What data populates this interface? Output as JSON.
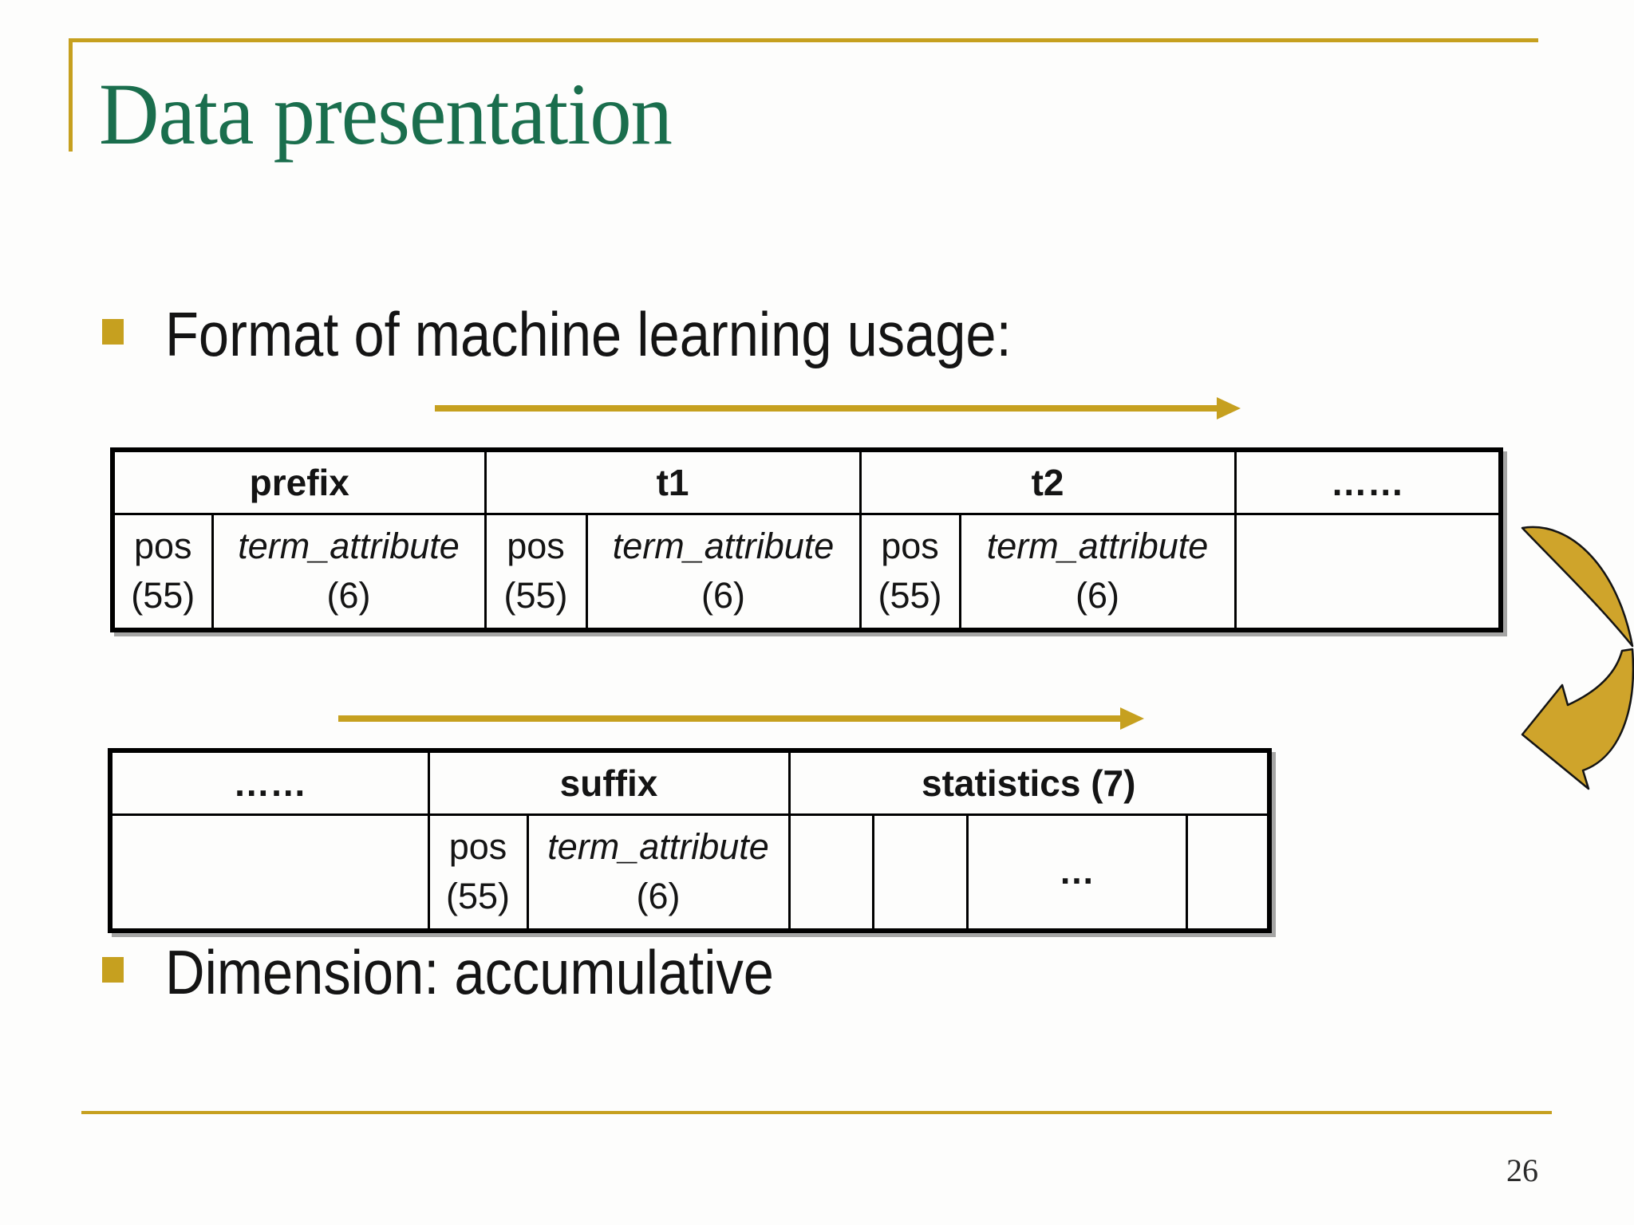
{
  "slide": {
    "title": "Data presentation",
    "page_number": "26"
  },
  "bullets": [
    {
      "label": "Format of machine learning usage:"
    },
    {
      "label": "Dimension: accumulative"
    }
  ],
  "format_table": {
    "columns": [
      {
        "header": "prefix",
        "pos": "pos",
        "pos_dim": "(55)",
        "attr": "term_attribute",
        "attr_dim": "(6)"
      },
      {
        "header": "t1",
        "pos": "pos",
        "pos_dim": "(55)",
        "attr": "term_attribute",
        "attr_dim": "(6)"
      },
      {
        "header": "t2",
        "pos": "pos",
        "pos_dim": "(55)",
        "attr": "term_attribute",
        "attr_dim": "(6)"
      },
      {
        "header": "……"
      }
    ]
  },
  "suffix_table": {
    "ellipsis_header": "……",
    "suffix": {
      "header": "suffix",
      "pos": "pos",
      "pos_dim": "(55)",
      "attr": "term_attribute",
      "attr_dim": "(6)"
    },
    "statistics": {
      "header": "statistics (7)",
      "ellipsis": "…"
    }
  },
  "colors": {
    "gold": "#C6A01F",
    "green": "#1A6E4D",
    "ink": "#141414"
  }
}
